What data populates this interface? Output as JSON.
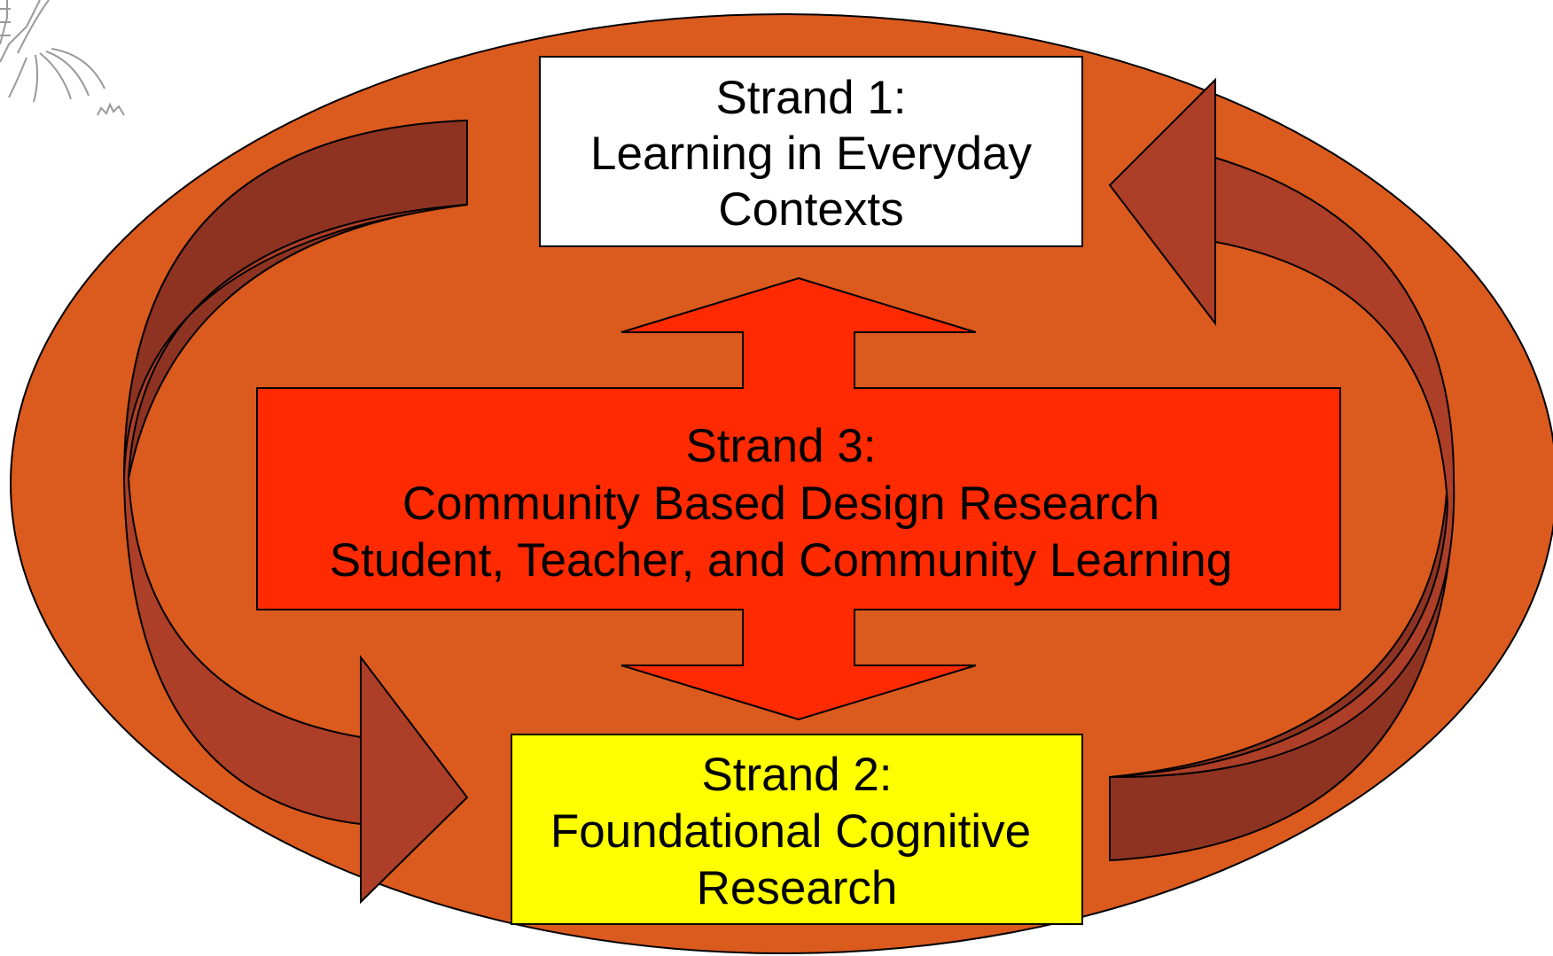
{
  "colors": {
    "background": "#ffffff",
    "ellipse": "#db5a1e",
    "arrow_dark": "#8e3322",
    "arrow_light": "#ad3e27",
    "strand1_fill": "#ffffff",
    "strand2_fill": "#ffff00",
    "strand3_fill": "#ff2a00",
    "outline": "#000000"
  },
  "strand1": {
    "line1": "Strand 1:",
    "line2": "Learning in Everyday",
    "line3": "Contexts"
  },
  "strand2": {
    "line1": "Strand 2:",
    "line2": "Foundational Cognitive",
    "line3": "Research"
  },
  "strand3": {
    "line1": "Strand 3:",
    "line2": "Community Based Design Research",
    "line3": "Student, Teacher, and Community Learning"
  },
  "decoration": {
    "corner_icon": "tree-roots-sketch-icon"
  }
}
